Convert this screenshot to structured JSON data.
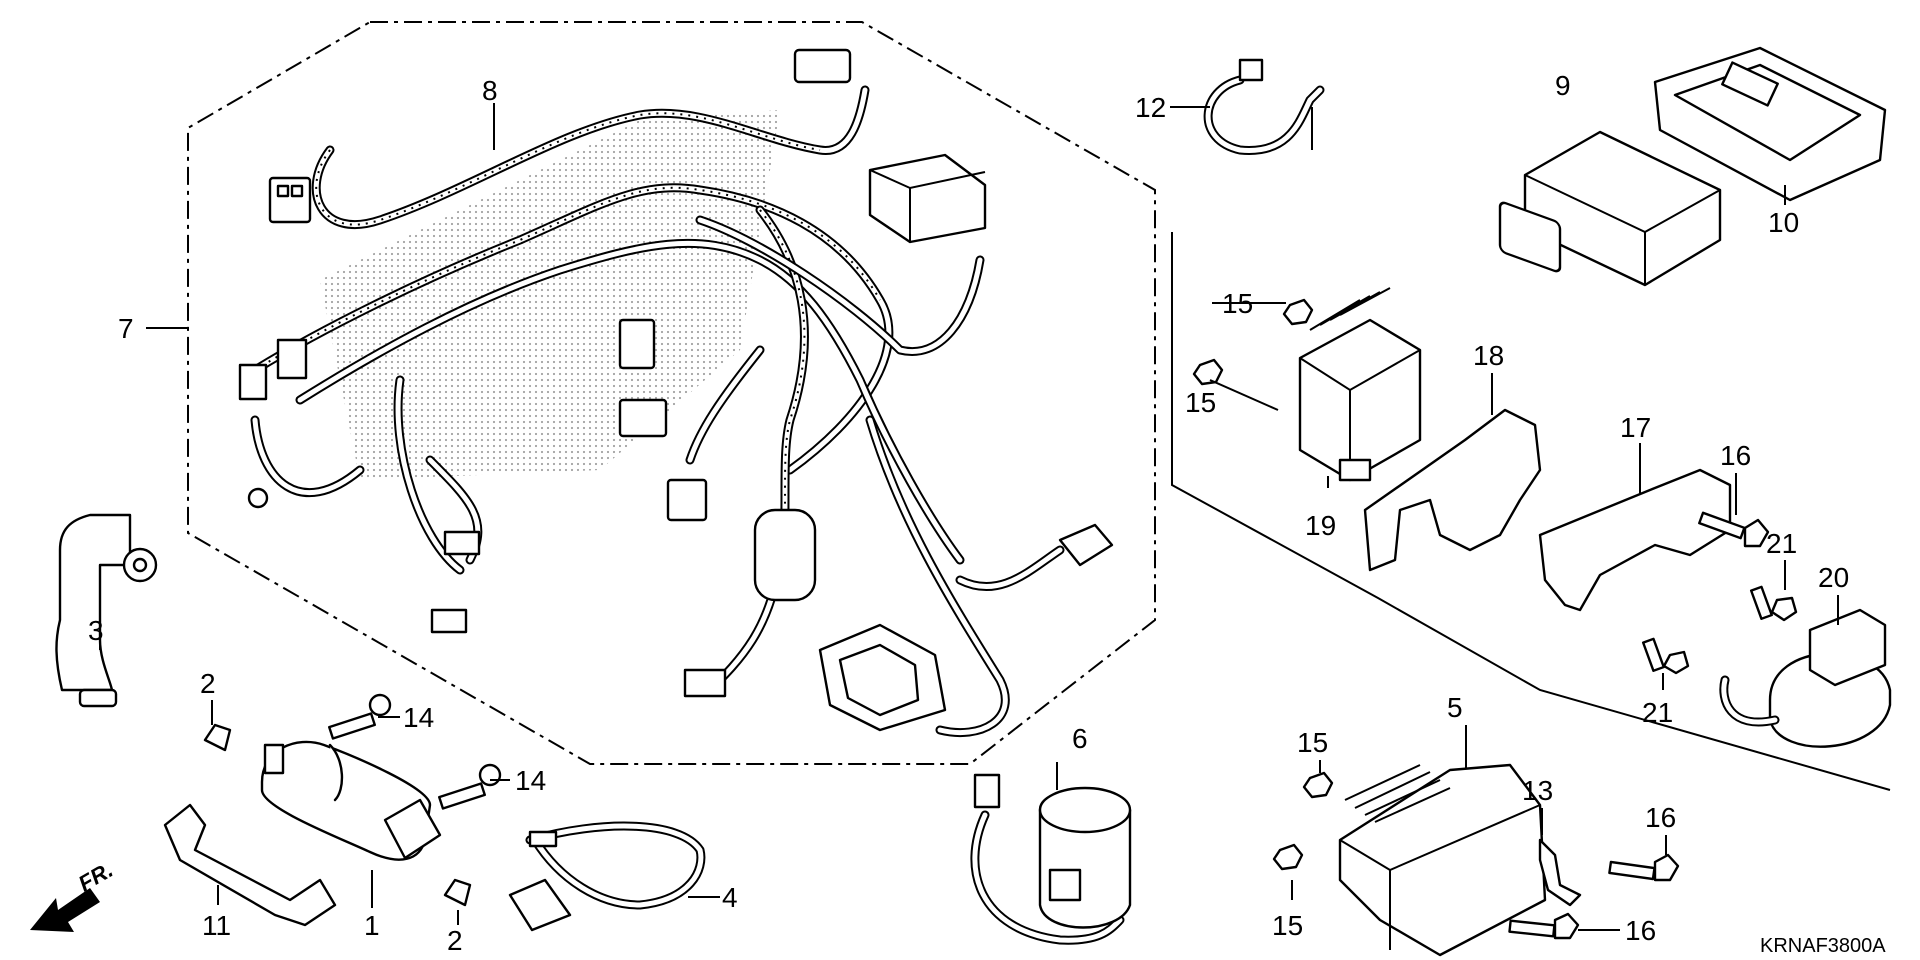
{
  "diagram_code": "KRNAF3800A",
  "front_indicator": "FR.",
  "callouts": {
    "c1": "1",
    "c2a": "2",
    "c2b": "2",
    "c3": "3",
    "c4": "4",
    "c5": "5",
    "c6": "6",
    "c7": "7",
    "c8": "8",
    "c9": "9",
    "c10": "10",
    "c11": "11",
    "c12": "12",
    "c13": "13",
    "c14a": "14",
    "c14b": "14",
    "c15a": "15",
    "c15b": "15",
    "c15c": "15",
    "c15d": "15",
    "c16a": "16",
    "c16b": "16",
    "c16c": "16",
    "c17": "17",
    "c18": "18",
    "c19": "19",
    "c20": "20",
    "c21a": "21",
    "c21b": "21"
  }
}
